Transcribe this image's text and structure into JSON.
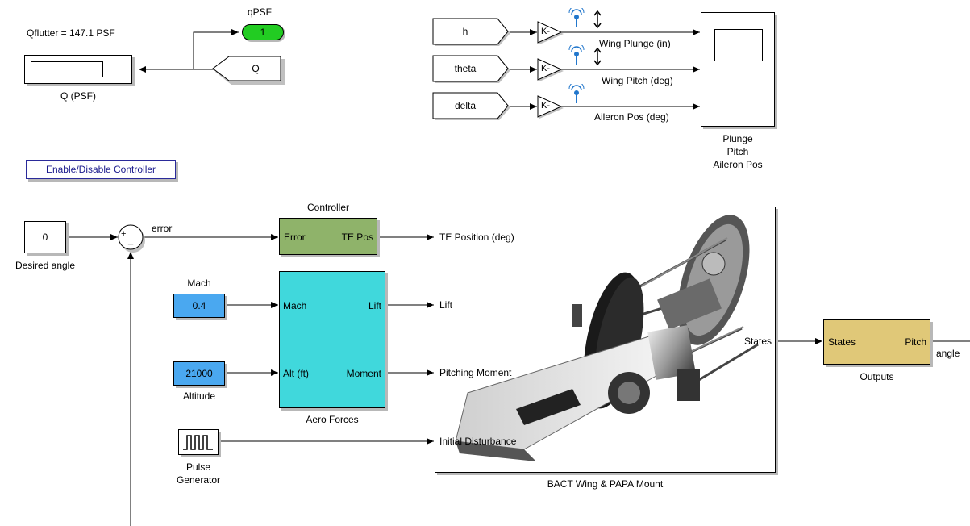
{
  "top": {
    "qflutter_text": "Qflutter = 147.1 PSF",
    "qpsf_label": "qPSF",
    "qpsf_port": "1",
    "q_display_label": "Q (PSF)",
    "q_goto": "Q"
  },
  "scope": {
    "inputs": [
      {
        "name": "h",
        "signal": "Wing Plunge (in)"
      },
      {
        "name": "theta",
        "signal": "Wing Pitch (deg)"
      },
      {
        "name": "delta",
        "signal": "Aileron Pos (deg)"
      }
    ],
    "gain_label": "K-",
    "label_lines": [
      "Plunge",
      "Pitch",
      "Aileron Pos"
    ]
  },
  "controls": {
    "enable_button": "Enable/Disable Controller"
  },
  "blocks": {
    "desired_value": "0",
    "desired_label": "Desired angle",
    "sum_plus": "+",
    "sum_minus": "_",
    "error_label": "error",
    "controller_title": "Controller",
    "controller_in": "Error",
    "controller_out": "TE Pos",
    "mach_title": "Mach",
    "mach_value": "0.4",
    "alt_value": "21000",
    "alt_label": "Altitude",
    "aero_in_mach": "Mach",
    "aero_in_alt": "Alt (ft)",
    "aero_out_lift": "Lift",
    "aero_out_moment": "Moment",
    "aero_label": "Aero Forces",
    "pulse_label_1": "Pulse",
    "pulse_label_2": "Generator",
    "bact_in_te": "TE Position (deg)",
    "bact_in_lift": "Lift",
    "bact_in_pm": "Pitching Moment",
    "bact_in_dist": "Initial Disturbance",
    "bact_out": "States",
    "bact_label": "BACT Wing & PAPA Mount",
    "outputs_in": "States",
    "outputs_out": "Pitch",
    "outputs_label": "Outputs",
    "angle_label": "angle"
  },
  "colors": {
    "controller_green": "#8fb36a",
    "aero_cyan": "#40d8dc",
    "const_blue": "#4aa8f0",
    "outputs_gold": "#e0c878",
    "qpsf_green": "#22cc22",
    "button_blue": "#1a1a8c",
    "signal_blue": "#2277cc"
  }
}
